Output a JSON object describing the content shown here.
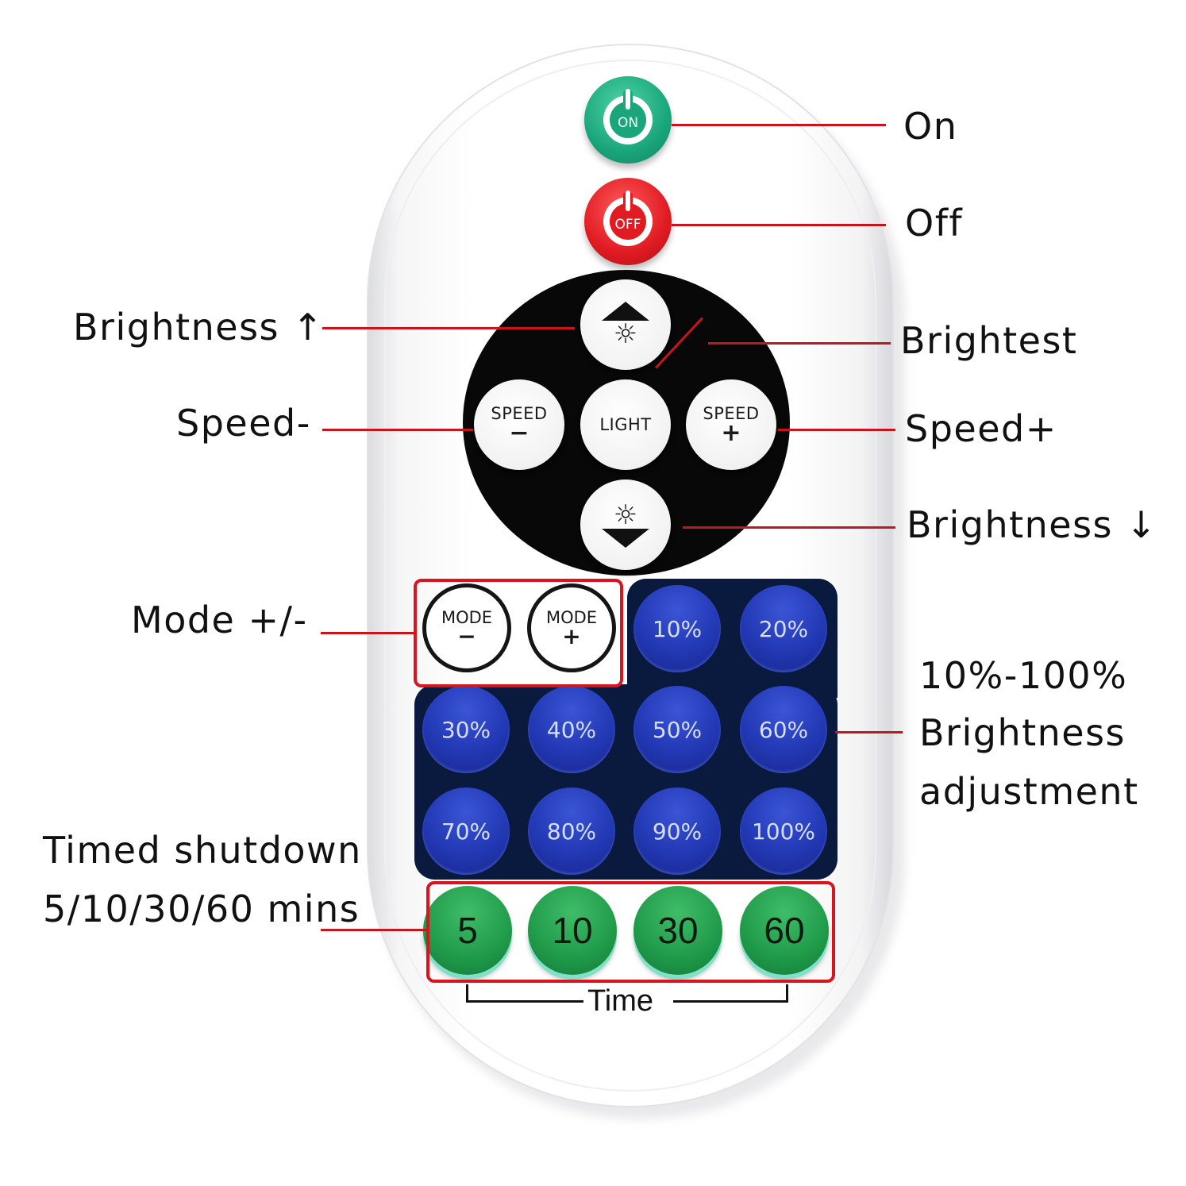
{
  "remote": {
    "power_on": {
      "text": "ON",
      "color": "#1aa57b"
    },
    "power_off": {
      "text": "OFF",
      "color": "#e01b22"
    },
    "dial": {
      "up_icon": "sun-icon",
      "speed_minus": {
        "line1": "SPEED",
        "line2": "−"
      },
      "light": "LIGHT",
      "speed_plus": {
        "line1": "SPEED",
        "line2": "+"
      },
      "down_icon": "sun-icon"
    },
    "mode_minus": {
      "line1": "MODE",
      "line2": "−"
    },
    "mode_plus": {
      "line1": "MODE",
      "line2": "+"
    },
    "brightness_buttons": [
      "10%",
      "20%",
      "30%",
      "40%",
      "50%",
      "60%",
      "70%",
      "80%",
      "90%",
      "100%"
    ],
    "time_buttons": [
      "5",
      "10",
      "30",
      "60"
    ],
    "time_caption": "Time",
    "colors": {
      "panel": "#0a1a3e",
      "brightness_button": "#2238b4",
      "time_button": "#1f9a49",
      "callout": "#c8141b"
    }
  },
  "callouts": {
    "on": "On",
    "off": "Off",
    "brightness_up": "Brightness ↑",
    "brightest": "Brightest",
    "speed_minus": "Speed-",
    "speed_plus": "Speed+",
    "brightness_down": "Brightness ↓",
    "mode": "Mode +/-",
    "brightness_range_1": "10%-100%",
    "brightness_range_2": "Brightness",
    "brightness_range_3": "adjustment",
    "timed_1": "Timed shutdown",
    "timed_2": "5/10/30/60 mins"
  }
}
